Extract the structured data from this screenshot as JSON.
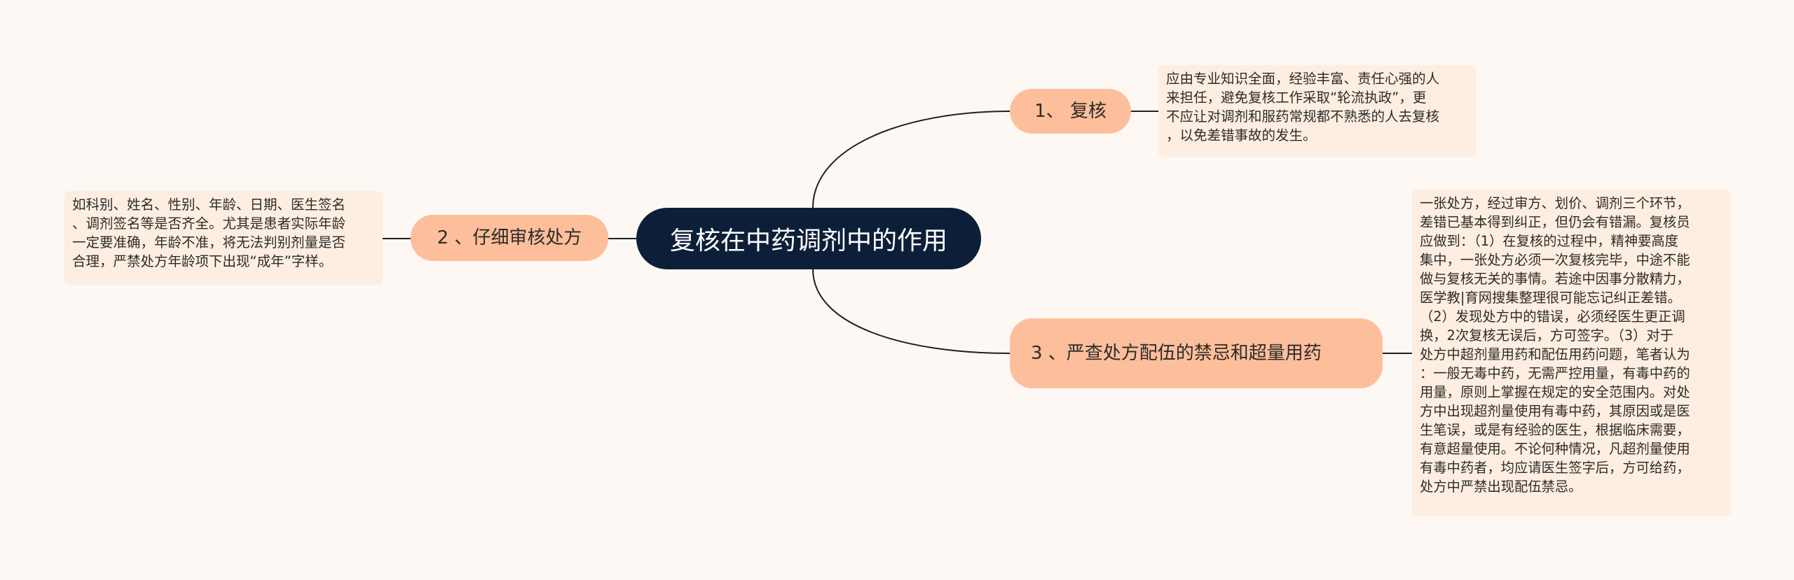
{
  "title": "复核在中药调剂中的作用",
  "branches": [
    {
      "label": "1、 复核",
      "detail": "应由专业知识全面，经验丰富、责任心强的人\n来担任，避免复核工作采取“轮流执政”，更\n不应让对调剂和服药常规都不熟悉的人去复核\n，以免差错事故的发生。"
    },
    {
      "label": "2 、仔细审核处方",
      "detail": "如科别、姓名、性别、年龄、日期、医生签名\n、调剂签名等是否齐全。尤其是患者实际年龄\n一定要准确，年龄不准，将无法判别剂量是否\n合理，严禁处方年龄项下出现“成年”字样。"
    },
    {
      "label": "3 、严查处方配伍的禁忌和超量用药",
      "detail": "一张处方，经过审方、划价、调剂三个环节，\n差错已基本得到纠正，但仍会有错漏。复核员\n应做到：（1）在复核的过程中，精神要高度\n集中，一张处方必须一次复核完毕，中途不能\n做与复核无关的事情。若途中因事分散精力，\n医学教|育网搜集整理很可能忘记纠正差错。\n（2）发现处方中的错误，必须经医生更正调\n换，2次复核无误后，方可签字。（3）对于\n处方中超剂量用药和配伍用药问题，笔者认为\n：一般无毒中药，无需严控用量，有毒中药的\n用量，原则上掌握在规定的安全范围内。对处\n方中出现超剂量使用有毒中药，其原因或是医\n生笔误，或是有经验的医生，根据临床需要，\n有意超量使用。不论何种情况，凡超剂量使用\n有毒中药者，均应请医生签字后，方可给药，\n处方中严禁出现配伍禁忌。"
    }
  ],
  "colors": {
    "background": "#fdf8f4",
    "root_fill": "#0d1f38",
    "branch_fill": "#fdbf9b",
    "leaf_fill": "#fdeee1",
    "line": "#1f1f1f"
  }
}
